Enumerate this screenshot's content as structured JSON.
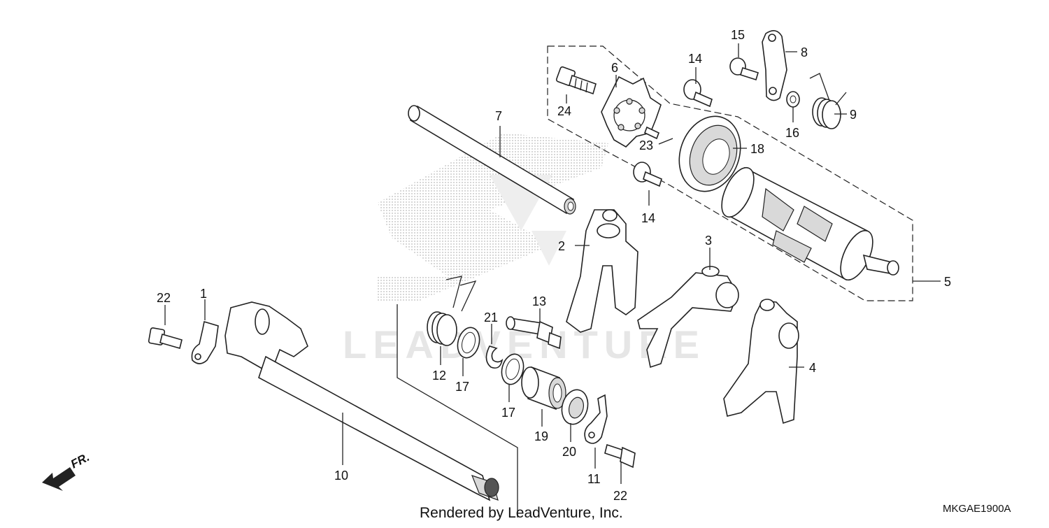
{
  "diagram": {
    "code": "MKGAE1900A",
    "credit": "Rendered by LeadVenture, Inc.",
    "watermark": "LEADVENTURE",
    "direction_label": "FR."
  },
  "callouts": [
    {
      "id": "c1",
      "label": "1"
    },
    {
      "id": "c2",
      "label": "2"
    },
    {
      "id": "c3",
      "label": "3"
    },
    {
      "id": "c4",
      "label": "4"
    },
    {
      "id": "c5",
      "label": "5"
    },
    {
      "id": "c6",
      "label": "6"
    },
    {
      "id": "c7",
      "label": "7"
    },
    {
      "id": "c8",
      "label": "8"
    },
    {
      "id": "c9",
      "label": "9"
    },
    {
      "id": "c10",
      "label": "10"
    },
    {
      "id": "c11",
      "label": "11"
    },
    {
      "id": "c12",
      "label": "12"
    },
    {
      "id": "c13",
      "label": "13"
    },
    {
      "id": "c14a",
      "label": "14"
    },
    {
      "id": "c14b",
      "label": "14"
    },
    {
      "id": "c15",
      "label": "15"
    },
    {
      "id": "c16",
      "label": "16"
    },
    {
      "id": "c17a",
      "label": "17"
    },
    {
      "id": "c17b",
      "label": "17"
    },
    {
      "id": "c18",
      "label": "18"
    },
    {
      "id": "c19",
      "label": "19"
    },
    {
      "id": "c20",
      "label": "20"
    },
    {
      "id": "c21",
      "label": "21"
    },
    {
      "id": "c22a",
      "label": "22"
    },
    {
      "id": "c22b",
      "label": "22"
    },
    {
      "id": "c23",
      "label": "23"
    },
    {
      "id": "c24",
      "label": "24"
    }
  ]
}
